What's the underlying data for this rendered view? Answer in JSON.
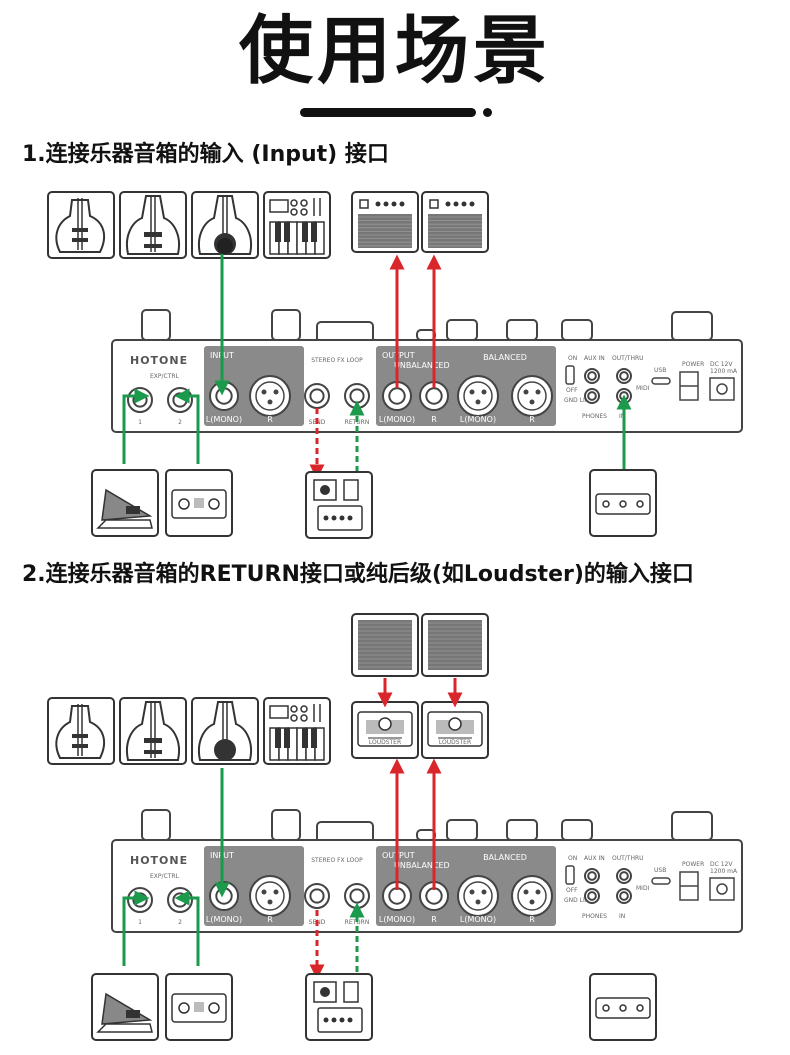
{
  "title": "使用场景",
  "sections": [
    {
      "heading": "1.连接乐器音箱的输入 (Input) 接口",
      "panel": {
        "brand": "HOTONE",
        "exp_ctrl": "EXP/CTRL",
        "exp_1": "1",
        "exp_2": "2",
        "input": "INPUT",
        "input_l": "L(MONO)",
        "input_r": "R",
        "fx_loop": "STEREO FX LOOP",
        "send": "SEND",
        "return": "RETURN",
        "output": "OUTPUT",
        "unbalanced": "UNBALANCED",
        "balanced": "BALANCED",
        "out_l": "L(MONO)",
        "out_r": "R",
        "bal_l": "L(MONO)",
        "bal_r": "R",
        "on": "ON",
        "off": "OFF",
        "gnd_lift": "GND LIFT",
        "aux_in": "AUX IN",
        "phones": "PHONES",
        "out_thru": "OUT/THRU",
        "midi": "MIDI",
        "in": "IN",
        "usb": "USB",
        "power": "POWER",
        "dc": "DC 12V",
        "ma": "1200 mA"
      }
    },
    {
      "heading": "2.连接乐器音箱的RETURN接口或纯后级(如Loudster)的输入接口",
      "loudster": "LOUDSTER",
      "panel": {
        "brand": "HOTONE",
        "exp_ctrl": "EXP/CTRL",
        "exp_1": "1",
        "exp_2": "2",
        "input": "INPUT",
        "input_l": "L(MONO)",
        "input_r": "R",
        "fx_loop": "STEREO FX LOOP",
        "send": "SEND",
        "return": "RETURN",
        "output": "OUTPUT",
        "unbalanced": "UNBALANCED",
        "balanced": "BALANCED",
        "out_l": "L(MONO)",
        "out_r": "R",
        "bal_l": "L(MONO)",
        "bal_r": "R",
        "on": "ON",
        "off": "OFF",
        "gnd_lift": "GND LIFT",
        "aux_in": "AUX IN",
        "phones": "PHONES",
        "out_thru": "OUT/THRU",
        "midi": "MIDI",
        "in": "IN",
        "usb": "USB",
        "power": "POWER",
        "dc": "DC 12V",
        "ma": "1200 mA"
      }
    }
  ],
  "colors": {
    "signal_green": "#1a9a4a",
    "signal_red": "#d9262b",
    "panel_gray": "#8a8a8a"
  }
}
